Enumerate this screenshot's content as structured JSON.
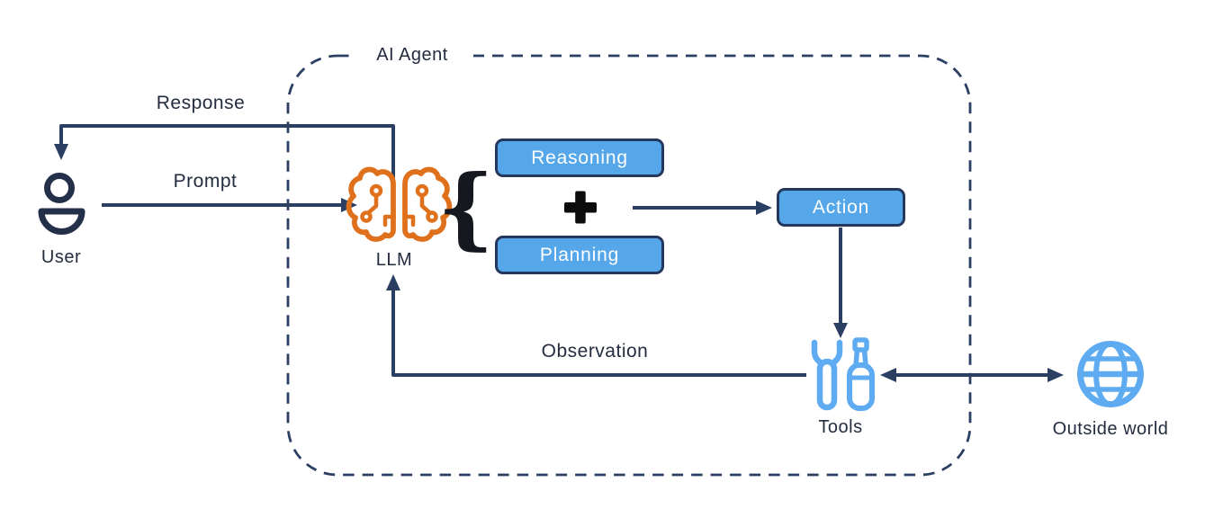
{
  "diagram": {
    "agent_box_title": "AI Agent",
    "labels": {
      "response": "Response",
      "prompt": "Prompt",
      "user": "User",
      "llm": "LLM",
      "brace": "{",
      "observation": "Observation",
      "tools": "Tools",
      "outside_world": "Outside world"
    },
    "boxes": [
      {
        "label": "Reasoning"
      },
      {
        "label": "Planning"
      },
      {
        "label": "Action"
      }
    ],
    "icons": [
      {
        "name": "user-icon",
        "color": "#24304a"
      },
      {
        "name": "brain-icon",
        "color": "#e0711c"
      },
      {
        "name": "plus-icon",
        "glyph": "+",
        "color": "#0c0c0c"
      },
      {
        "name": "tools-icon",
        "color": "#5fabf2"
      },
      {
        "name": "globe-icon",
        "color": "#5fabf2"
      }
    ],
    "colors": {
      "arrow_navy": "#2b3f63",
      "dashed_border": "#2b3f63",
      "box_fill": "#55a7ea",
      "box_border": "#24375c",
      "box_text": "#ffffff",
      "label_text": "#242d3f",
      "brain_orange": "#e0711c",
      "icon_blue": "#5fabf2",
      "plus_black": "#0c0c0c",
      "background": "#ffffff"
    }
  }
}
